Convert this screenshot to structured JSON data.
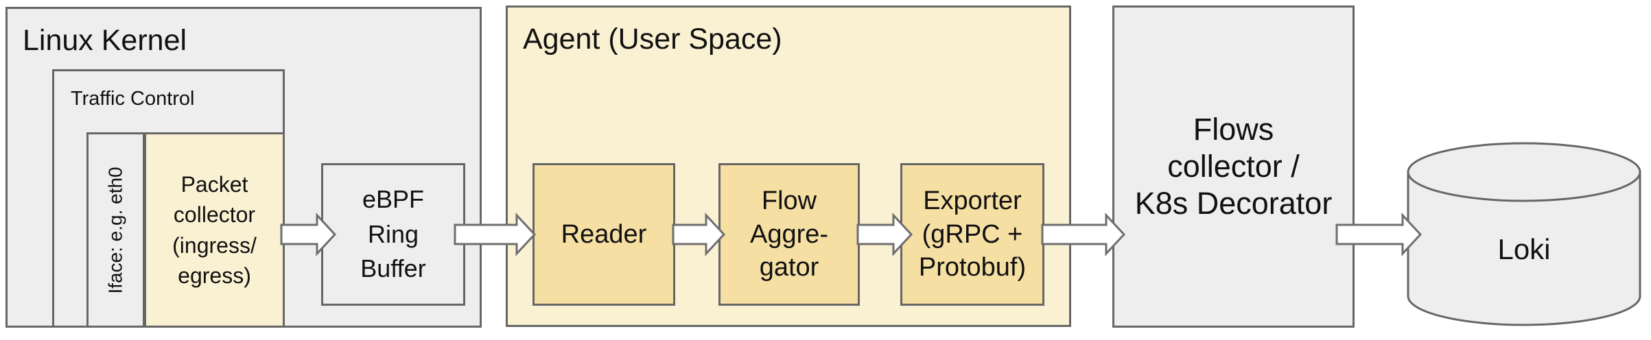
{
  "colors": {
    "box_gray": "#eeeeee",
    "box_cream": "#faf1d2",
    "box_gold": "#f6dfa3",
    "border_gray": "#666666",
    "arrow_fill": "#ffffff",
    "arrow_stroke": "#6e6e6e",
    "text_color": "#111111",
    "canvas_bg": "#ffffff"
  },
  "kernel": {
    "title": "Linux Kernel"
  },
  "traffic_control": {
    "title": "Traffic Control"
  },
  "iface": {
    "label": "Iface: e.g. eth0"
  },
  "packet_collector": {
    "lines": [
      "Packet",
      "collector",
      "(ingress/",
      "egress)"
    ]
  },
  "ebpf_ring_buffer": {
    "lines": [
      "eBPF",
      "Ring",
      "Buffer"
    ]
  },
  "agent": {
    "title": "Agent (User Space)"
  },
  "reader": {
    "label": "Reader"
  },
  "flow_aggregator": {
    "lines": [
      "Flow",
      "Aggre-",
      "gator"
    ]
  },
  "exporter": {
    "lines": [
      "Exporter",
      "(gRPC +",
      "Protobuf)"
    ]
  },
  "flows_collector": {
    "lines": [
      "Flows",
      "collector /",
      "K8s Decorator"
    ]
  },
  "loki": {
    "label": "Loki"
  }
}
